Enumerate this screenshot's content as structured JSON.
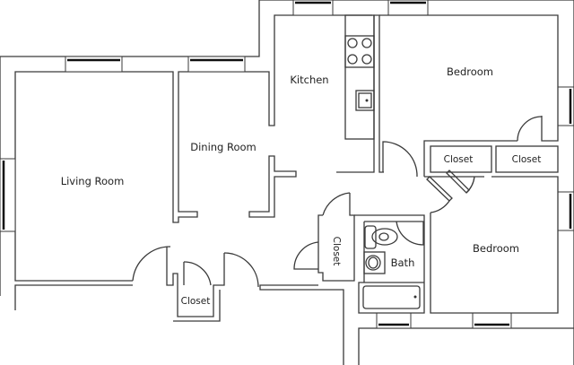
{
  "floorplan": {
    "rooms": {
      "living_room": "Living Room",
      "dining_room": "Dining Room",
      "kitchen": "Kitchen",
      "bedroom_1": "Bedroom",
      "bedroom_2": "Bedroom",
      "bath": "Bath",
      "closet_bedroom_1": "Closet",
      "closet_bedroom_2": "Closet",
      "closet_hall": "Closet",
      "closet_entry": "Closet"
    }
  }
}
